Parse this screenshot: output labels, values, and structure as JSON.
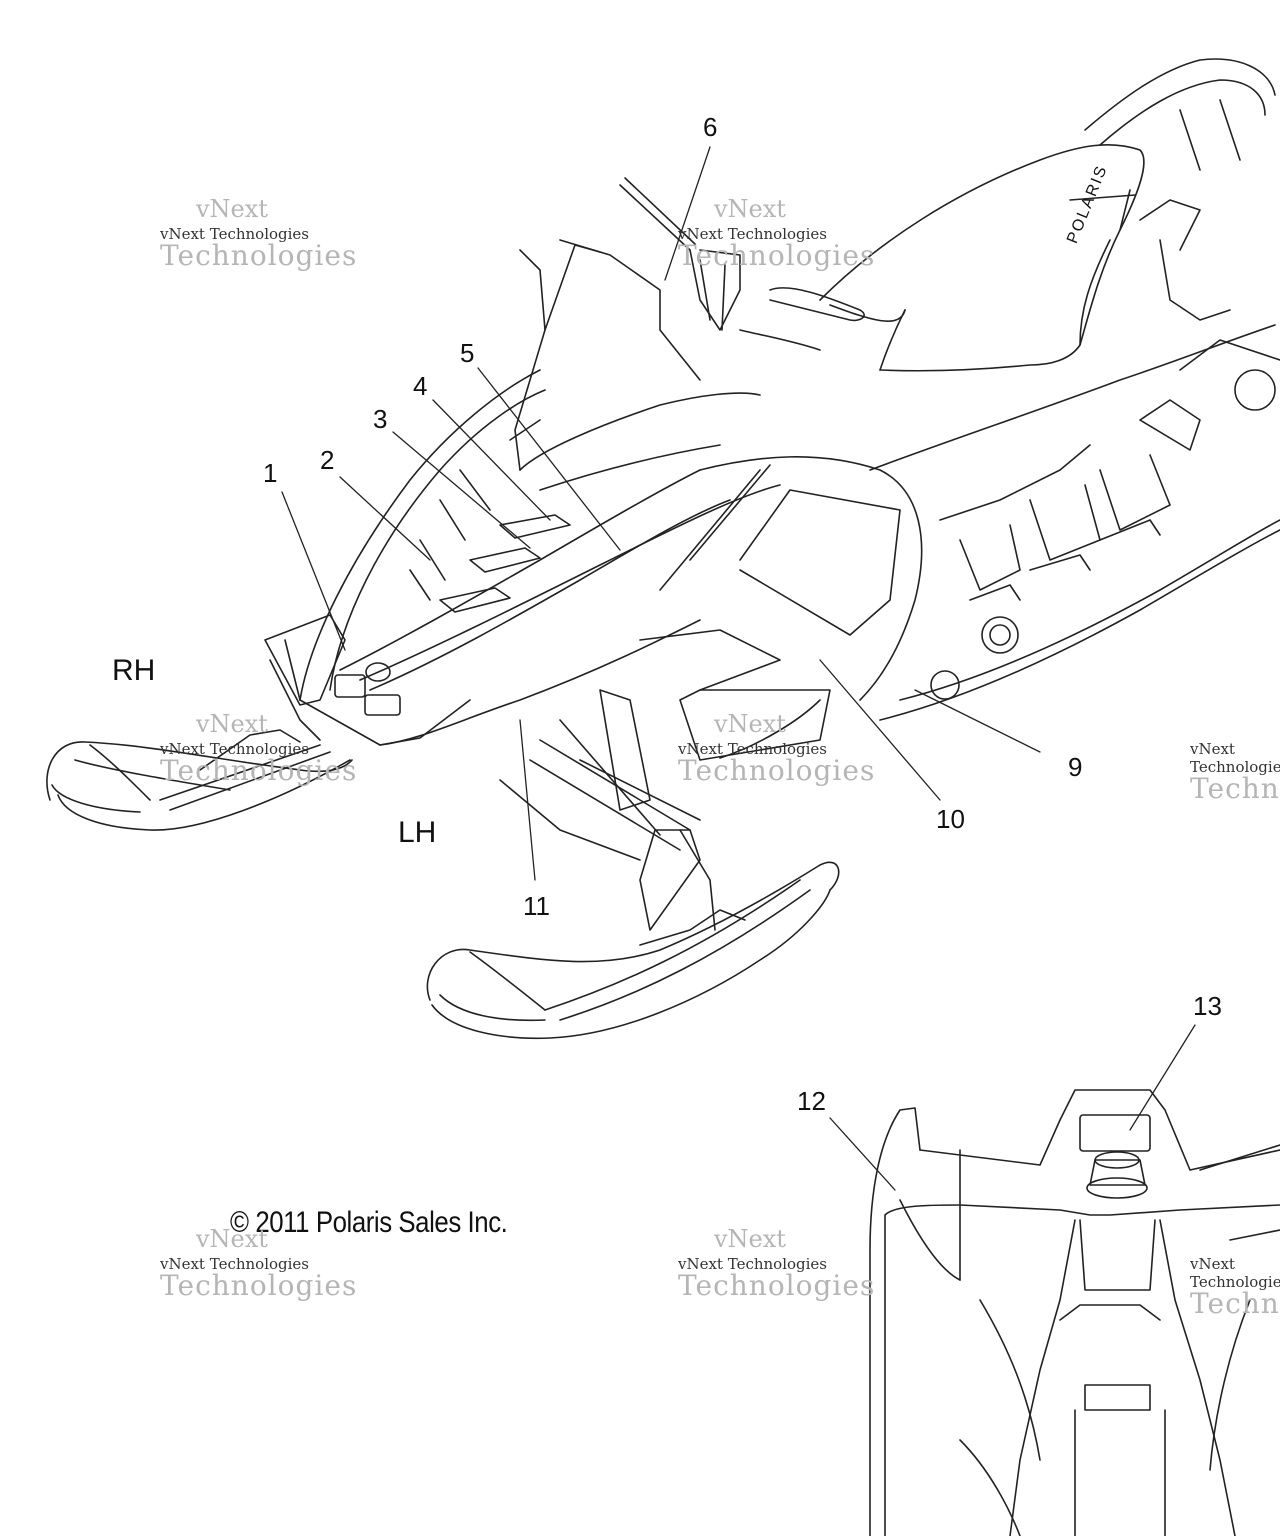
{
  "callouts": {
    "c1": "1",
    "c2": "2",
    "c3": "3",
    "c4": "4",
    "c5": "5",
    "c6": "6",
    "c9": "9",
    "c10": "10",
    "c11": "11",
    "c12": "12",
    "c13": "13"
  },
  "sides": {
    "rh": "RH",
    "lh": "LH"
  },
  "copyright": "© 2011 Polaris Sales Inc.",
  "brand_on_seat": "POLARIS",
  "watermark": {
    "small": "vNext Technologies",
    "large": "Technologies",
    "top": "vNext"
  }
}
